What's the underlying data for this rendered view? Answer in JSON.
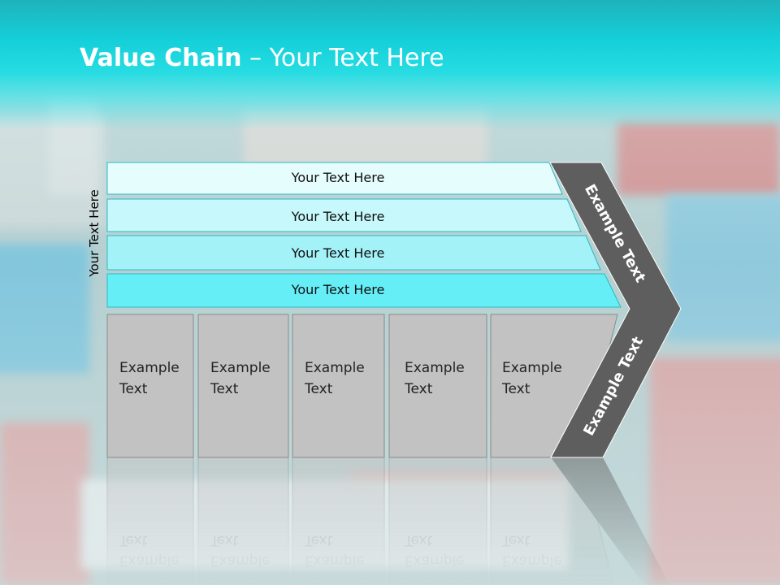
{
  "slide": {
    "title_bold": "Value Chain",
    "title_rest": " – Your Text Here",
    "side_label": "Your Text Here"
  },
  "bars": [
    {
      "label": "Your Text Here",
      "color": "#e6fdfe"
    },
    {
      "label": "Your Text Here",
      "color": "#c7f8fb"
    },
    {
      "label": "Your Text Here",
      "color": "#a3f2f7"
    },
    {
      "label": "Your Text Here",
      "color": "#66eef7"
    }
  ],
  "boxes": [
    {
      "line1": "Example",
      "line2": "Text"
    },
    {
      "line1": "Example",
      "line2": "Text"
    },
    {
      "line1": "Example",
      "line2": "Text"
    },
    {
      "line1": "Example",
      "line2": "Text"
    },
    {
      "line1": "Example",
      "line2": "Text"
    }
  ],
  "chevron": {
    "upper_label": "Example Text",
    "lower_label": "Example Text",
    "color": "#5e5e5e"
  },
  "colors": {
    "header": "#14cfd9",
    "box_fill": "#c2c2c2",
    "box_stroke": "#8a8a8a",
    "bar_stroke": "#2bb9c4"
  }
}
